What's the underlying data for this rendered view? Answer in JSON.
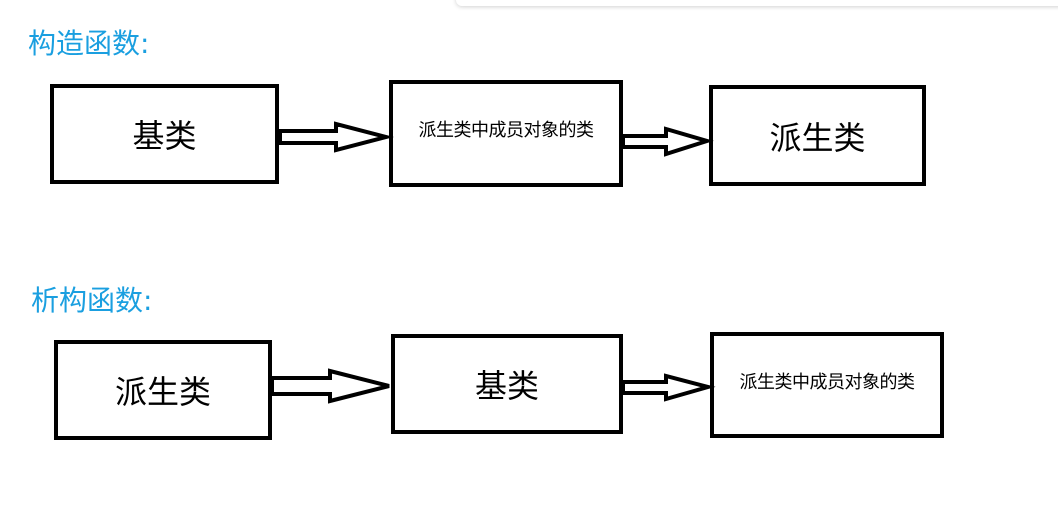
{
  "constructor": {
    "heading": "构造函数:",
    "boxes": [
      "基类",
      "派生类中成员对象的类",
      "派生类"
    ]
  },
  "destructor": {
    "heading": "析构函数:",
    "boxes": [
      "派生类",
      "基类",
      "派生类中成员对象的类"
    ]
  },
  "colors": {
    "heading": "#1a9fe0",
    "box_border": "#000000"
  }
}
